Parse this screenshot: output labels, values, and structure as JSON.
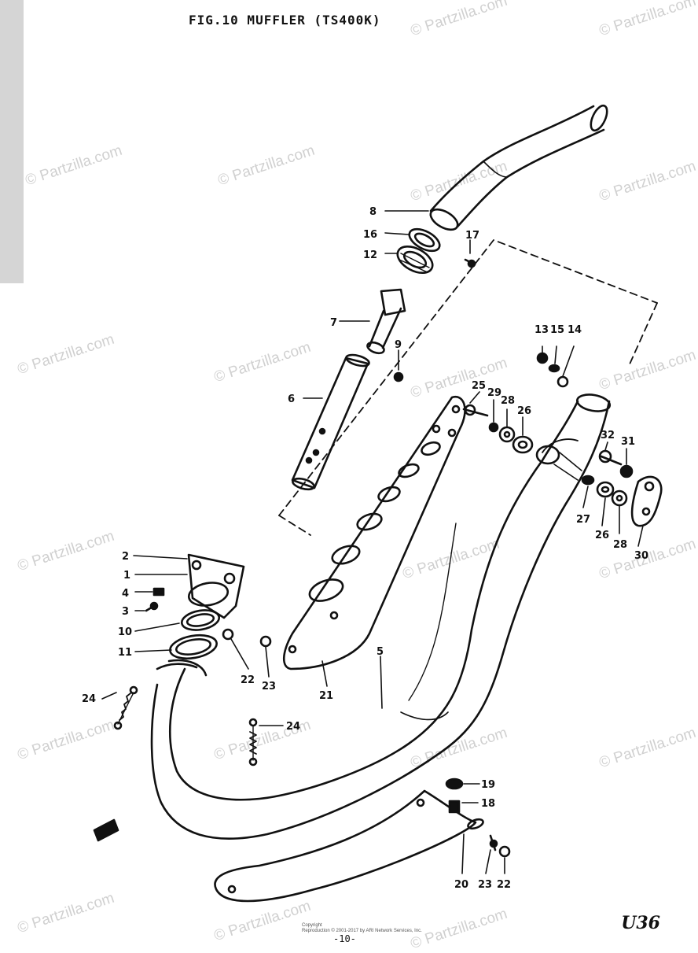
{
  "diagram": {
    "title": "FIG.10  MUFFLER (TS400K)",
    "ref_code": "U36",
    "page_number": "-10-",
    "copyright_line1": "Copyright",
    "copyright_line2": "Reproduction © 2001-2017 by ARI Network Services, Inc.",
    "watermark": "© Partzilla.com",
    "callouts": [
      "8",
      "16",
      "17",
      "12",
      "7",
      "9",
      "6",
      "13",
      "15",
      "14",
      "25",
      "29",
      "28",
      "26",
      "32",
      "31",
      "27",
      "26",
      "28",
      "30",
      "2",
      "1",
      "4",
      "3",
      "10",
      "11",
      "22",
      "23",
      "21",
      "5",
      "24",
      "24",
      "19",
      "18",
      "20",
      "23",
      "22"
    ]
  }
}
